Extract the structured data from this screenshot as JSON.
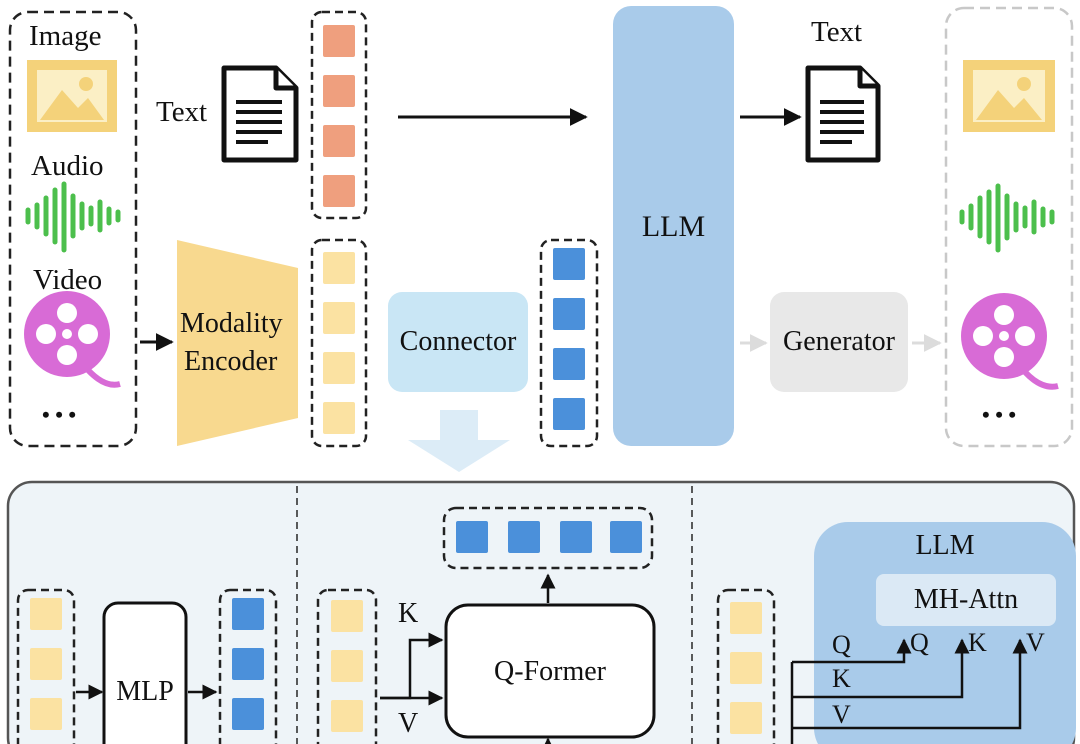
{
  "top": {
    "inputs": {
      "image_label": "Image",
      "audio_label": "Audio",
      "video_label": "Video",
      "ellipsis": "• • •"
    },
    "text_input_label": "Text",
    "encoder_label_line1": "Modality",
    "encoder_label_line2": "Encoder",
    "connector_label": "Connector",
    "llm_label": "LLM",
    "text_output_label": "Text",
    "generator_label": "Generator",
    "output_ellipsis": "• • •"
  },
  "bottom": {
    "mlp_label": "MLP",
    "qformer_label": "Q-Former",
    "qformer_k": "K",
    "qformer_v": "V",
    "llm_label": "LLM",
    "attn_label": "MH-Attn",
    "q_in": "Q",
    "k_in": "K",
    "v_in": "V",
    "q_out": "Q",
    "k_out": "K",
    "v_out": "V"
  },
  "colors": {
    "image_icon": "#f4d27a",
    "audio_icon": "#4cbf4c",
    "video_icon": "#d86bd6",
    "text_token": "#ef9f7e",
    "modality_token": "#fbe2a2",
    "connector_token": "#4b90da",
    "llm": "#a9cbea",
    "connector": "#c9e6f5",
    "generator": "#e8e8e8",
    "panel": "#eef4f8"
  }
}
